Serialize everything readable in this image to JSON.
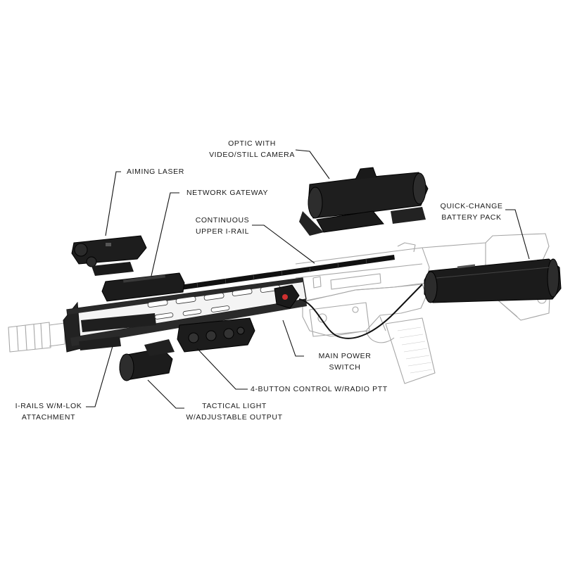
{
  "diagram": {
    "callouts": {
      "optic": [
        "OPTIC WITH",
        "VIDEO/STILL CAMERA"
      ],
      "aiming_laser": [
        "AIMING LASER"
      ],
      "network_gateway": [
        "NETWORK GATEWAY"
      ],
      "upper_rail": [
        "CONTINUOUS",
        "UPPER I-RAIL"
      ],
      "battery": [
        "QUICK-CHANGE",
        "BATTERY PACK"
      ],
      "power_switch": [
        "MAIN POWER",
        "SWITCH"
      ],
      "control": [
        "4-BUTTON CONTROL W/RADIO PTT"
      ],
      "i_rails": [
        "I-RAILS W/M-LOK",
        "ATTACHMENT"
      ],
      "tactical_light": [
        "TACTICAL LIGHT",
        "W/ADJUSTABLE OUTPUT"
      ]
    },
    "colors": {
      "outline": "#9a9a9a",
      "component": "#1c1c1c",
      "leader": "#111111",
      "text": "#1a1a1a"
    }
  }
}
